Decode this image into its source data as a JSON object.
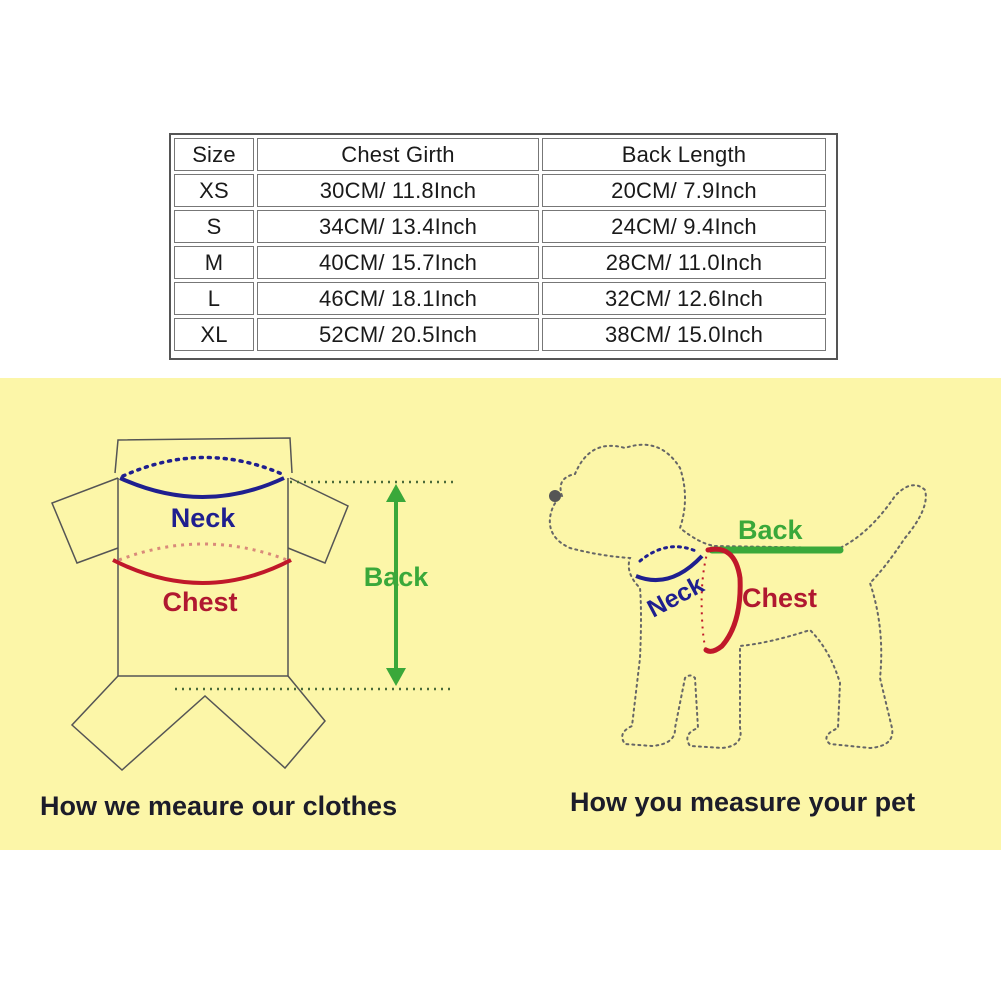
{
  "size_table": {
    "headers": [
      "Size",
      "Chest Girth",
      "Back Length"
    ],
    "rows": [
      [
        "XS",
        "30CM/ 11.8Inch",
        "20CM/ 7.9Inch"
      ],
      [
        "S",
        "34CM/ 13.4Inch",
        "24CM/ 9.4Inch"
      ],
      [
        "M",
        "40CM/ 15.7Inch",
        "28CM/ 11.0Inch"
      ],
      [
        "L",
        "46CM/ 18.1Inch",
        "32CM/ 12.6Inch"
      ],
      [
        "XL",
        "52CM/ 20.5Inch",
        "38CM/ 15.0Inch"
      ]
    ]
  },
  "clothes_diagram": {
    "neck_label": "Neck",
    "chest_label": "Chest",
    "back_label": "Back",
    "caption": "How we meaure our clothes"
  },
  "pet_diagram": {
    "back_label": "Back",
    "neck_label": "Neck",
    "chest_label": "Chest",
    "caption": "How you measure your pet"
  },
  "colors": {
    "panel_background": "#fcf6a8",
    "neck": "#1f1f8f",
    "chest": "#c0182a",
    "back": "#3aa83a",
    "outline": "#555555"
  }
}
